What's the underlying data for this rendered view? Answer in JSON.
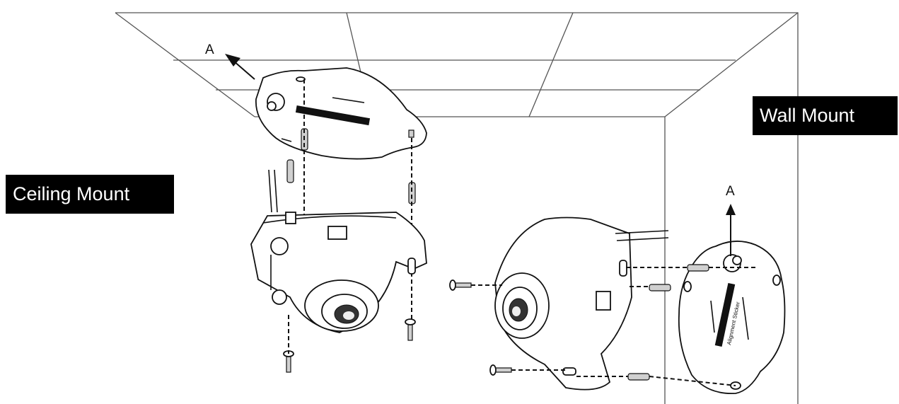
{
  "labels": {
    "ceiling_mount": "Ceiling Mount",
    "wall_mount": "Wall Mount",
    "ceiling_direction": "A",
    "wall_direction": "A",
    "wall_plate_sticker": "Alignment Sticker"
  },
  "colors": {
    "label_background": "#000000",
    "label_text": "#ffffff",
    "line_art": "#111111"
  }
}
